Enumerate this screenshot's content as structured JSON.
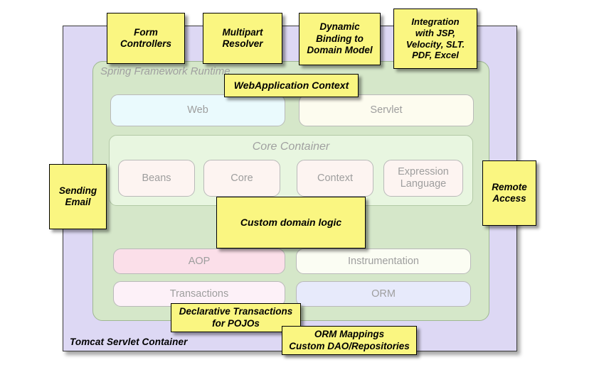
{
  "diagram": {
    "title": "Spring Framework Runtime architecture with annotations",
    "outer_container": {
      "name": "Tomcat Servlet Container",
      "label": "Tomcat Servlet Container",
      "color": "#ddd8f4"
    },
    "runtime_container": {
      "label": "Spring Framework Runtime",
      "color": "#d5e7c9"
    },
    "core_container": {
      "label": "Core Container",
      "color": "#e8f6e0"
    },
    "modules": {
      "web": {
        "label": "Web",
        "color": "#eafafd"
      },
      "servlet": {
        "label": "Servlet",
        "color": "#fdfcef"
      },
      "beans": {
        "label": "Beans",
        "color": "#fdf4f1"
      },
      "core": {
        "label": "Core",
        "color": "#fdf4f1"
      },
      "context": {
        "label": "Context",
        "color": "#fdf4f1"
      },
      "expression_language": {
        "label_line1": "Expression",
        "label_line2": "Language",
        "color": "#fdf4f1"
      },
      "aop": {
        "label": "AOP",
        "color": "#fbdfe9"
      },
      "instrumentation": {
        "label": "Instrumentation",
        "color": "#fbfdf3"
      },
      "transactions": {
        "label": "Transactions",
        "color": "#fdf1f8"
      },
      "orm": {
        "label": "ORM",
        "color": "#e7eafb"
      }
    },
    "callouts": {
      "form_controllers": {
        "line1": "Form",
        "line2": "Controllers"
      },
      "multipart_resolver": {
        "line1": "Multipart",
        "line2": "Resolver"
      },
      "dynamic_binding": {
        "line1": "Dynamic",
        "line2": "Binding to",
        "line3": "Domain Model"
      },
      "integration": {
        "line1": "Integration",
        "line2": "with JSP,",
        "line3": "Velocity, SLT.",
        "line4": "PDF, Excel"
      },
      "webapplication_context": {
        "line1": "WebApplication Context"
      },
      "sending_email": {
        "line1": "Sending",
        "line2": "Email"
      },
      "remote_access": {
        "line1": "Remote",
        "line2": "Access"
      },
      "custom_domain_logic": {
        "line1": "Custom domain logic"
      },
      "declarative_transactions": {
        "line1": "Declarative Transactions",
        "line2": "for POJOs"
      },
      "orm_mappings": {
        "line1": "ORM Mappings",
        "line2": "Custom DAO/Repositories"
      }
    },
    "colors": {
      "callout_fill": "#faf681",
      "callout_border": "#000000",
      "module_text": "#9e9e9e"
    }
  }
}
